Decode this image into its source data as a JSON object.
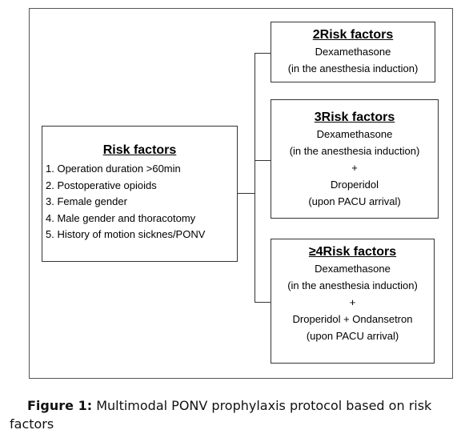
{
  "left_box": {
    "title": "Risk factors",
    "items": [
      "1. Operation duration >60min",
      "2. Postoperative opioids",
      "3. Female gender",
      "4. Male gender and thoracotomy",
      "5. History of motion sicknes/PONV"
    ]
  },
  "box_2": {
    "title": "2Risk factors",
    "lines": [
      "Dexamethasone",
      "(in the anesthesia induction)"
    ]
  },
  "box_3": {
    "title": "3Risk factors",
    "lines": [
      "Dexamethasone",
      "(in the anesthesia induction)",
      "+",
      "Droperidol",
      "(upon PACU arrival)"
    ]
  },
  "box_4": {
    "title": "≥4Risk factors",
    "lines": [
      "Dexamethasone",
      "(in the anesthesia induction)",
      "+",
      "Droperidol + Ondansetron",
      "(upon PACU arrival)"
    ]
  },
  "caption": {
    "label": "Figure 1:",
    "text_line1": " Multimodal PONV prophylaxis protocol based on risk",
    "text_line2": "factors"
  }
}
